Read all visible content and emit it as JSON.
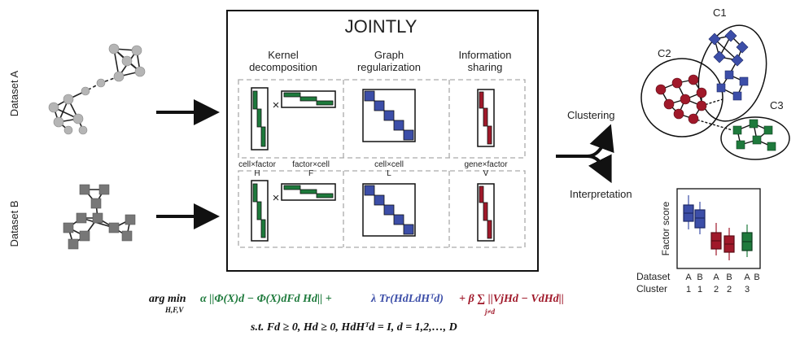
{
  "datasets": {
    "a_label": "Dataset A",
    "b_label": "Dataset B"
  },
  "main_box": {
    "title": "JOINTLY",
    "sections": [
      {
        "line1": "Kernel",
        "line2": "decomposition"
      },
      {
        "line1": "Graph",
        "line2": "regularization"
      },
      {
        "line1": "Information",
        "line2": "sharing"
      }
    ],
    "matrix_labels": [
      {
        "top": "cell×factor",
        "bottom": "H"
      },
      {
        "top": "factor×cell",
        "bottom": "F"
      },
      {
        "top": "cell×cell",
        "bottom": "L"
      },
      {
        "top": "gene×factor",
        "bottom": "V"
      }
    ],
    "times_symbol": "×"
  },
  "outputs": {
    "clustering_label": "Clustering",
    "interpretation_label": "Interpretation",
    "clusters": [
      "C1",
      "C2",
      "C3"
    ]
  },
  "boxplot": {
    "ylabel": "Factor score",
    "row_labels": [
      "Dataset",
      "Cluster"
    ],
    "dataset_ticks": [
      "A",
      "B",
      "A",
      "B",
      "A",
      "B"
    ],
    "cluster_ticks": [
      "1",
      "1",
      "2",
      "2",
      "3"
    ]
  },
  "colors": {
    "green": "#1e7a3c",
    "blue": "#3c4ea8",
    "red": "#a0192a",
    "grey_node": "#b5b5b5",
    "dark_node": "#777777"
  },
  "formula": {
    "argmin": "arg min",
    "subscript": "H,F,V",
    "term1": "α ||Φ(X)d − Φ(X)dFd Hd|| +",
    "term2": "λ Tr(HdLdHᵀd)",
    "term3": "+ β ∑ ||VjHd − VdHd||",
    "sum_sub": "j≠d",
    "constraint": "s.t. Fd ≥ 0, Hd ≥ 0, HdHᵀd = I, d = 1,2,…, D"
  }
}
